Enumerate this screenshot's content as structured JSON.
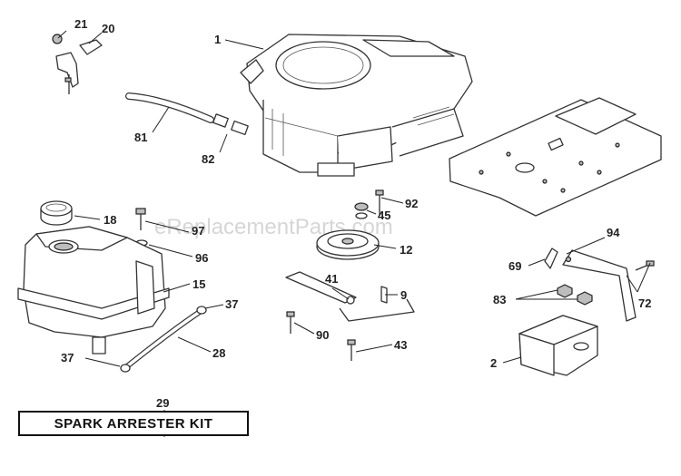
{
  "watermark": "eReplacementParts.com",
  "kit_label": "SPARK ARRESTER KIT",
  "callouts": {
    "c1": "1",
    "c2": "2",
    "c9": "9",
    "c12": "12",
    "c15": "15",
    "c18": "18",
    "c20": "20",
    "c21": "21",
    "c28": "28",
    "c29": "29",
    "c37a": "37",
    "c37b": "37",
    "c41": "41",
    "c43": "43",
    "c45": "45",
    "c69": "69",
    "c72": "72",
    "c81": "81",
    "c82": "82",
    "c83": "83",
    "c90": "90",
    "c92": "92",
    "c94": "94",
    "c96": "96",
    "c97": "97"
  }
}
